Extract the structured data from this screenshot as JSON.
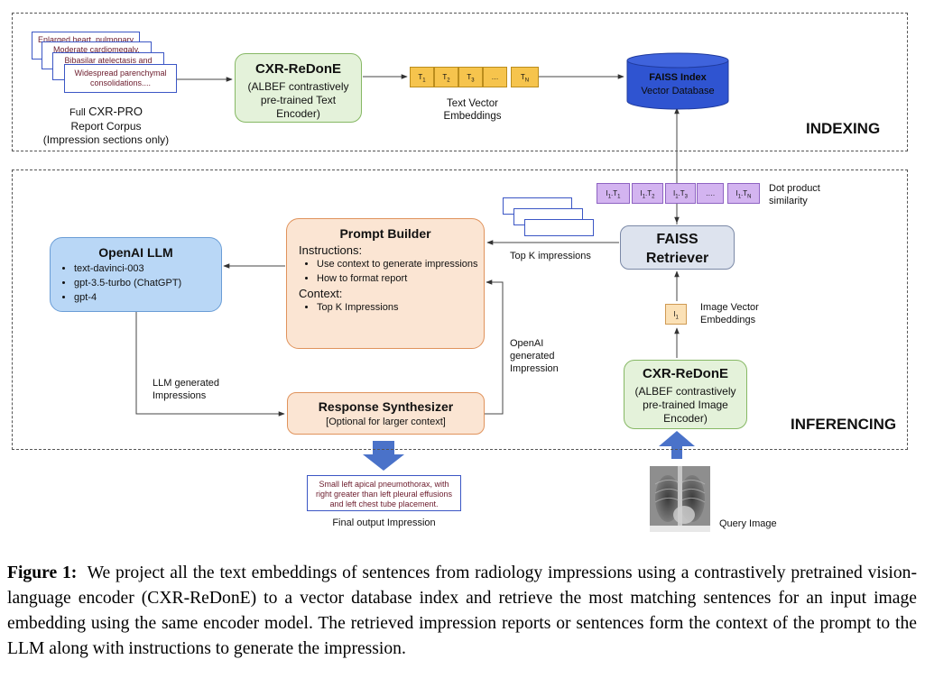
{
  "indexing": {
    "section_label": "INDEXING",
    "corpus_docs": [
      "Enlarged heart, pulmonary",
      "Moderate cardiomegaly.",
      "Bibasilar atelectasis and",
      "Widespread parenchymal consolidations...."
    ],
    "corpus_label_prefix": "Full",
    "corpus_label_name": "CXR-PRO",
    "corpus_label_line2": "Report Corpus",
    "corpus_label_line3": "(Impression sections only)",
    "text_encoder": {
      "title": "CXR-ReDonE",
      "subtitle_line1": "(ALBEF contrastively",
      "subtitle_line2": "pre-trained Text",
      "subtitle_line3": "Encoder)"
    },
    "text_embedding_cells": [
      {
        "base": "T",
        "sub": "1"
      },
      {
        "base": "T",
        "sub": "2"
      },
      {
        "base": "T",
        "sub": "3"
      },
      {
        "base": "…",
        "sub": ""
      },
      {
        "base": "T",
        "sub": "N"
      }
    ],
    "text_embedding_label_line1": "Text Vector",
    "text_embedding_label_line2": "Embeddings",
    "database": {
      "title": "FAISS Index",
      "subtitle": "Vector Database",
      "color": "#2f54d1"
    }
  },
  "inferencing": {
    "section_label": "INFERENCING",
    "dot_product_cells": [
      {
        "a": "I",
        "a_sub": "1",
        "b": "T",
        "b_sub": "1"
      },
      {
        "a": "I",
        "a_sub": "1",
        "b": "T",
        "b_sub": "2"
      },
      {
        "a": "I",
        "a_sub": "1",
        "b": "T",
        "b_sub": "3"
      },
      {
        "a": "….",
        "a_sub": "",
        "b": "",
        "b_sub": ""
      },
      {
        "a": "I",
        "a_sub": "1",
        "b": "T",
        "b_sub": "N"
      }
    ],
    "dot_product_label_line1": "Dot product",
    "dot_product_label_line2": "similarity",
    "retriever": {
      "line1": "FAISS",
      "line2": "Retriever"
    },
    "top_k_label": "Top K impressions",
    "image_embedding_cell": {
      "base": "I",
      "sub": "1"
    },
    "image_embedding_label_line1": "Image Vector",
    "image_embedding_label_line2": "Embeddings",
    "image_encoder": {
      "title": "CXR-ReDonE",
      "subtitle_line1": "(ALBEF contrastively",
      "subtitle_line2": "pre-trained Image",
      "subtitle_line3": "Encoder)"
    },
    "query_image_label": "Query Image",
    "prompt_builder": {
      "title": "Prompt Builder",
      "instructions_heading": "Instructions:",
      "instructions": [
        "Use context to generate impressions",
        "How to format report"
      ],
      "context_heading": "Context:",
      "context_items": [
        "Top K Impressions"
      ]
    },
    "llm": {
      "title": "OpenAI LLM",
      "models": [
        "text-davinci-003",
        "gpt-3.5-turbo (ChatGPT)",
        "gpt-4"
      ]
    },
    "llm_generated_label_line1": "LLM generated",
    "llm_generated_label_line2": "Impressions",
    "openai_generated_label_line1": "OpenAI",
    "openai_generated_label_line2": "generated",
    "openai_generated_label_line3": "Impression",
    "response_synthesizer": {
      "title": "Response Synthesizer",
      "subtitle": "[Optional for larger context]"
    },
    "output_text_line1": "Small left apical pneumothorax, with",
    "output_text_line2": "right greater than left pleural effusions",
    "output_text_line3": "and left chest tube placement.",
    "output_label": "Final output Impression",
    "arrow_color": "#4a72c9"
  },
  "caption": {
    "figure_label": "Figure 1:",
    "text": "We project all the text embeddings of sentences from radiology impressions using a contrastively pretrained vision-language encoder (CXR-ReDonE) to a vector database index and retrieve the most matching sentences for an input image embedding using the same encoder model. The retrieved impression reports or sentences form the context of the prompt to the LLM along with instructions to generate the impression."
  }
}
